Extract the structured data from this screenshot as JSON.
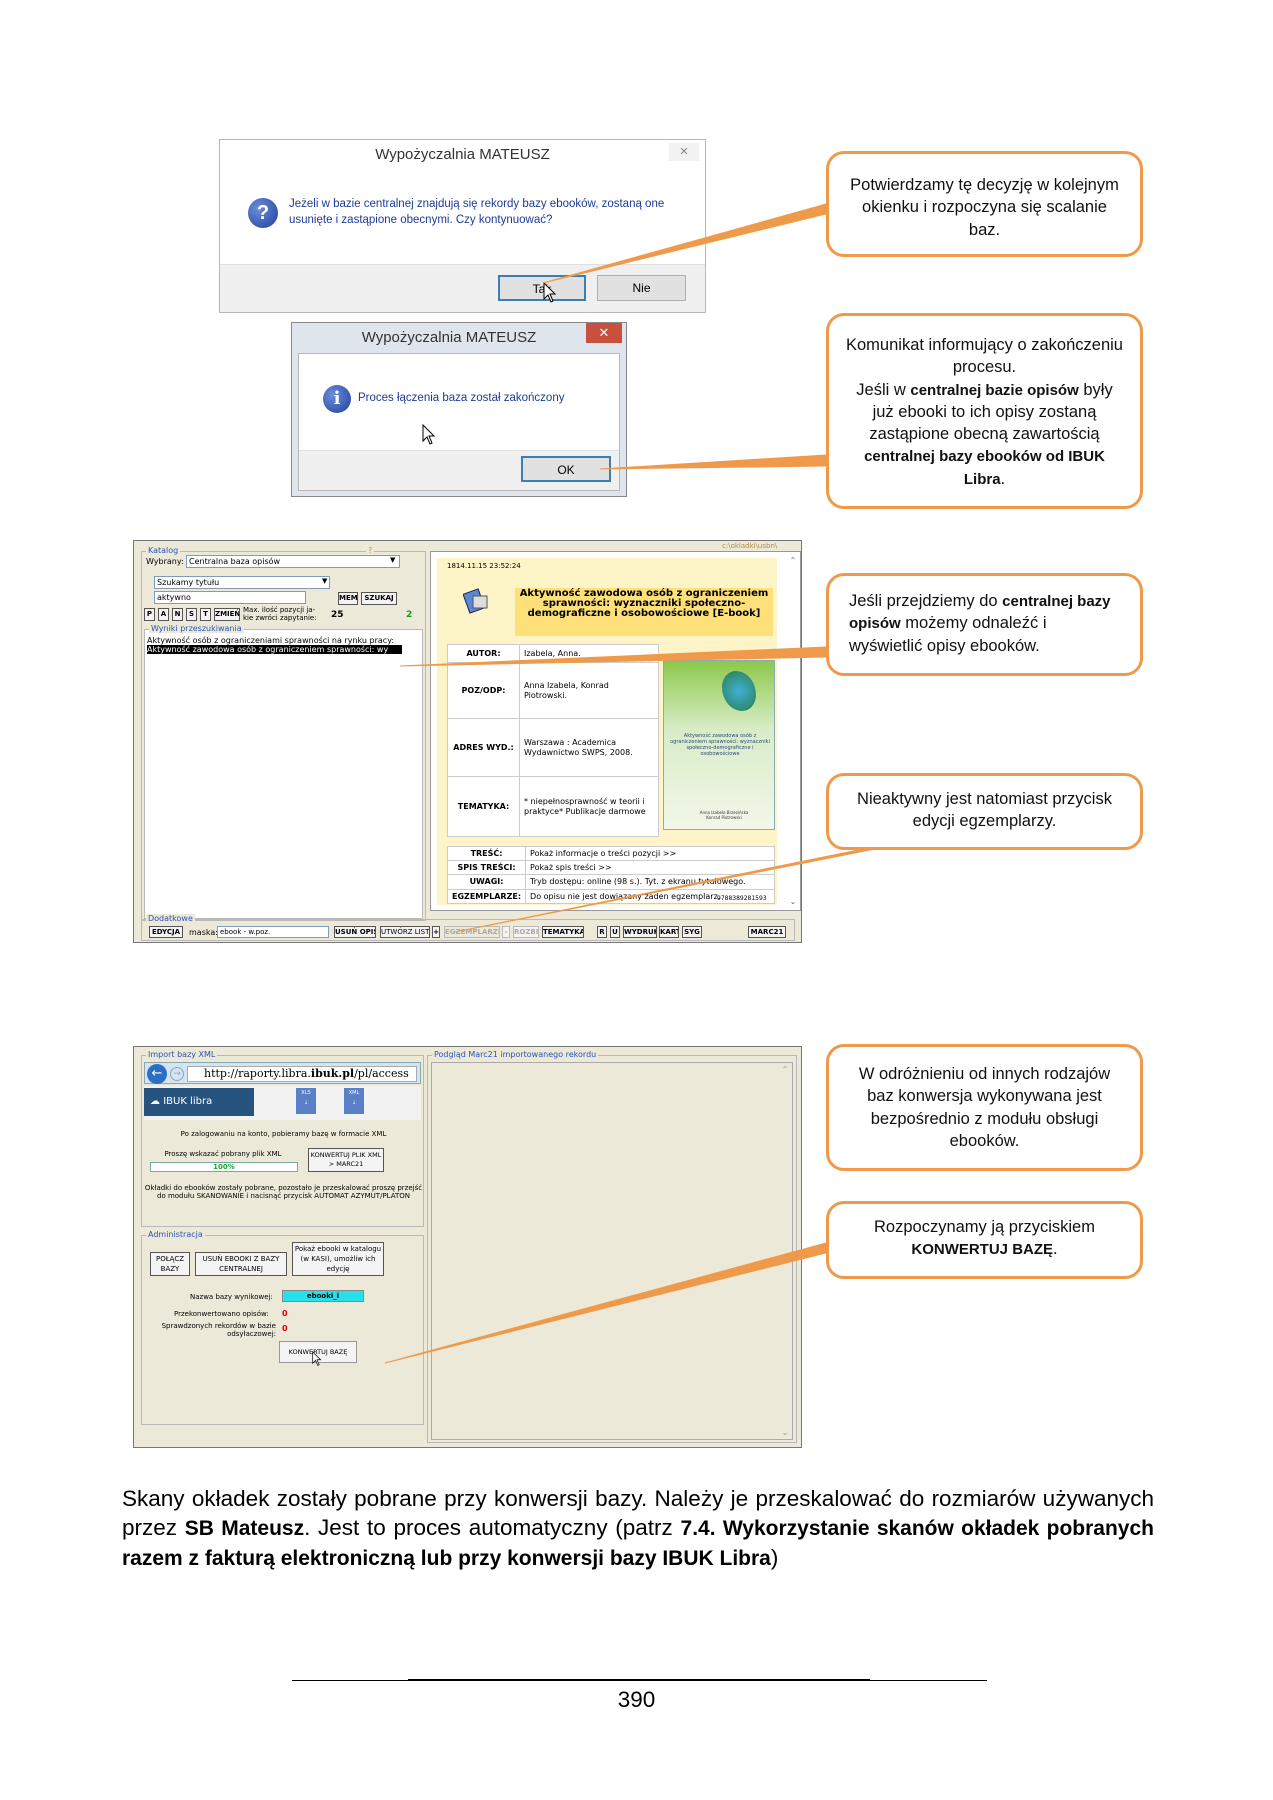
{
  "dialog1": {
    "title": "Wypożyczalnia MATEUSZ",
    "close": "✕",
    "message": "Jeżeli w bazie centralnej znajdują się rekordy bazy ebooków, zostaną one usunięte i zastąpione obecnymi. Czy kontynuować?",
    "yes": "Tak",
    "no": "Nie"
  },
  "dialog2": {
    "title": "Wypożyczalnia MATEUSZ",
    "close": "✕",
    "message": "Proces łączenia baza został zakończony",
    "ok": "OK"
  },
  "callouts": {
    "c1": "Potwierdzamy tę decyzję w kolejnym okienku i rozpoczyna się scalanie baz.",
    "c2_a": "Komunikat informujący o zakończeniu procesu.",
    "c2_b": "Jeśli w ",
    "c2_b_bold": "centralnej bazie opisów",
    "c2_c": " były już ebooki to ich opisy zostaną zastąpione obecną zawartością ",
    "c2_c_bold": "centralnej bazy ebooków od IBUK Libra",
    "c2_end": ".",
    "c3_a": "Jeśli przejdziemy do ",
    "c3_bold": "centralnej bazy opisów",
    "c3_b": " możemy odnaleźć i wyświetlić opisy ebooków.",
    "c4": "Nieaktywny jest natomiast przycisk edycji egzemplarzy.",
    "c5": "W odróżnieniu od innych rodzajów baz konwersja wykonywana jest bezpośrednio z modułu obsługi ebooków.",
    "c6_a": "Rozpoczynamy ją przyciskiem",
    "c6_bold": "KONWERTUJ BAZĘ",
    "c6_end": "."
  },
  "catalog": {
    "group_label": "Katalog",
    "help": "?",
    "path": "c:\\okladki\\usbn\\",
    "selected_label": "Wybrany:",
    "selected_value": "Centralna baza opisów",
    "search_mode": "Szukamy tytułu",
    "search_value": "aktywno",
    "mm_btn": "MEM",
    "search_btn": "SZUKAJ",
    "filter_btns": [
      "P",
      "A",
      "N",
      "S",
      "T"
    ],
    "change_btn": "ZMIEŃ",
    "max_label": "Max. ilość pozycji ja-kie zwróci zapytanie:",
    "max_value": "25",
    "count": "2",
    "results_label": "Wyniki przeszukiwania",
    "results": [
      "Aktywność osób z ograniczeniami sprawności na rynku pracy:",
      "Aktywność zawodowa osób z ograniczeniem sprawności: wy"
    ],
    "extra_label": "Dodatkowe",
    "edit_btn": "EDYCJA",
    "mask_label": "maska:",
    "mask_value": "ebook - w.poz.",
    "delete_btn": "USUŃ OPIS",
    "list_btn": "UTWÓRZ LISTĘ",
    "plus": "+",
    "copies_btn": "EGZEMPLARZE",
    "small_btns": [
      "-",
      "ROZBIJ",
      "TEMATYKA",
      "R",
      "U",
      "WYDRUK",
      "KART",
      "SYG",
      "MARC21"
    ]
  },
  "record": {
    "timestamp": "1814.11.15 23:52:24",
    "title": "Aktywność zawodowa osób z ograniczeniem sprawności: wyznaczniki społeczno-demograficzne i osobowościowe [E-book]",
    "rows": [
      {
        "k": "AUTOR:",
        "v": "Izabela, Anna."
      },
      {
        "k": "POZ/ODP:",
        "v": "Anna Izabela, Konrad Piotrowski."
      },
      {
        "k": "ADRES WYD.:",
        "v": "Warszawa : Academica Wydawnictwo SWPS, 2008."
      },
      {
        "k": "TEMATYKA:",
        "v": "* niepełnosprawność w teorii i praktyce* Publikacje darmowe"
      }
    ],
    "rows2": [
      {
        "k": "TREŚĆ:",
        "v": "Pokaż informacje o treści pozycji >>"
      },
      {
        "k": "SPIS TREŚCI:",
        "v": "Pokaż spis treści >>"
      },
      {
        "k": "UWAGI:",
        "v": "Tryb dostępu: online (98 s.). Tyt. z ekranu tytułowego."
      },
      {
        "k": "EGZEMPLARZE:",
        "v": "Do opisu nie jest dowiązany żaden egzemplarz."
      }
    ],
    "isbn": "9788389281593",
    "cover_text": "Aktywność zawodowa osób z ograniczeniem sprawności: wyznaczniki społeczno-demograficzne i osobowościowe",
    "cover_authors": "Anna Izabela Brzezińska Konrad Piotrowski"
  },
  "import": {
    "group_label": "Import bazy XML",
    "preview_label": "Podgląd Marc21 importowanego rekordu",
    "url_plain": "http://raporty.libra.",
    "url_bold": "ibuk.pl",
    "url_end": "/pl/access",
    "brand": "IBUK libra",
    "xls": "XLS",
    "xml": "XML",
    "hint": "Po zalogowaniu na konto, pobieramy bazę w formacie XML",
    "choose": "Proszę wskazać pobrany plik XML",
    "progress_label": "100%",
    "progress": 1.0,
    "convert_file_btn": "KONWERTUJ PLIK XML > MARC21",
    "covers_note": "Okładki do ebooków zostały pobrane, pozostało je przeskalować proszę przejść do modułu SKANOWANIE i nacisnąć przycisk AUTOMAT AZYMUT/PLATON",
    "admin_label": "Administracja",
    "merge_btn": "POŁĄCZ BAZY",
    "remove_btn": "USUŃ EBOOKI Z BAZY CENTRALNEJ",
    "show_btn": "Pokaż ebooki w katalogu (w KASI), umożliw ich edycję",
    "dbname_label": "Nazwa bazy wynikowej:",
    "dbname_value": "ebooki_i",
    "converted_label": "Przekonwertowano opisów:",
    "converted_value": "0",
    "checked_label": "Sprawdzonych rekordów w bazie odsyłaczowej:",
    "checked_value": "0",
    "convert_db_btn": "KONWERTUJ BAZĘ"
  },
  "paragraph": {
    "t1": "Skany okładek zostały pobrane przy konwersji bazy. Należy je przeskalować do rozmiarów używanych przez ",
    "b1": "SB Mateusz",
    "t2": ". Jest to proces automatyczny (patrz ",
    "b2": "7.4. Wykorzystanie skanów okładek pobranych razem z fakturą elektroniczną lub przy konwersji bazy IBUK Libra",
    "t3": ")"
  },
  "page_number": "390"
}
